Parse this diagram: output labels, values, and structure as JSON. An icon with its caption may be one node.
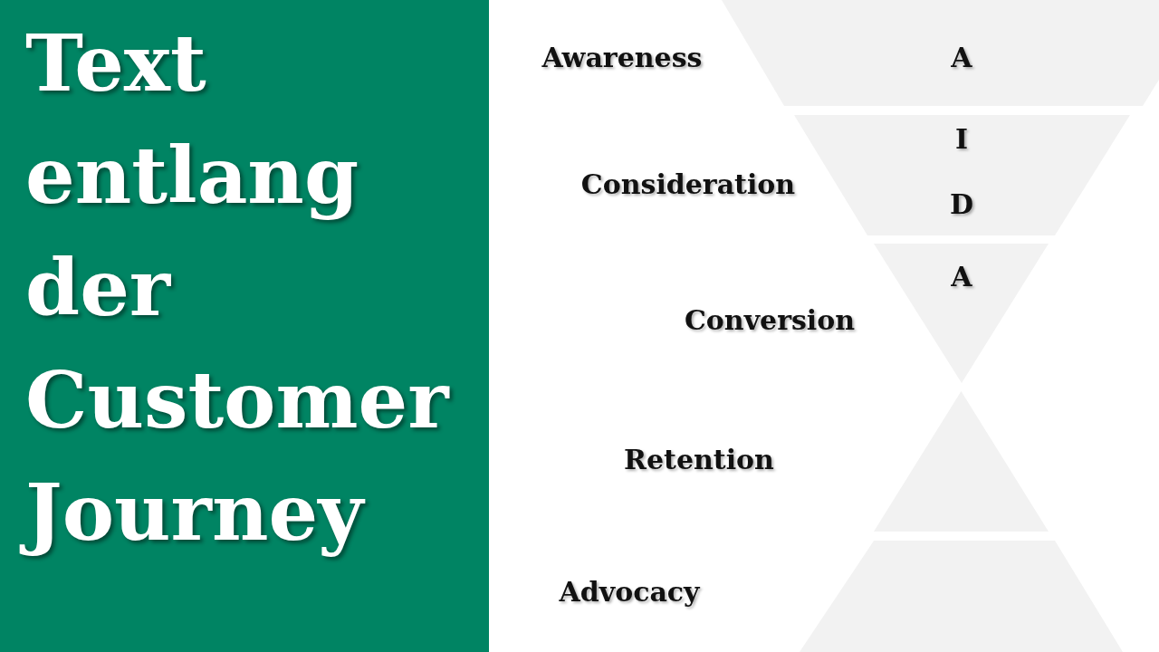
{
  "diagram": {
    "title": "Text entlang der Customer Journey",
    "nodes": [
      {
        "text": [
          "A"
        ],
        "beside": [
          "Awareness"
        ]
      },
      {
        "text": [
          "I",
          "D"
        ],
        "beside": [
          "Consideration"
        ]
      },
      {
        "text": [
          "A"
        ],
        "beside": [
          "Conversion"
        ]
      },
      {
        "text": [],
        "shape": "triangle",
        "beside": [
          "Retention"
        ]
      },
      {
        "text": [],
        "shape": "trapezoid",
        "beside": [
          "Advocacy"
        ]
      }
    ]
  }
}
